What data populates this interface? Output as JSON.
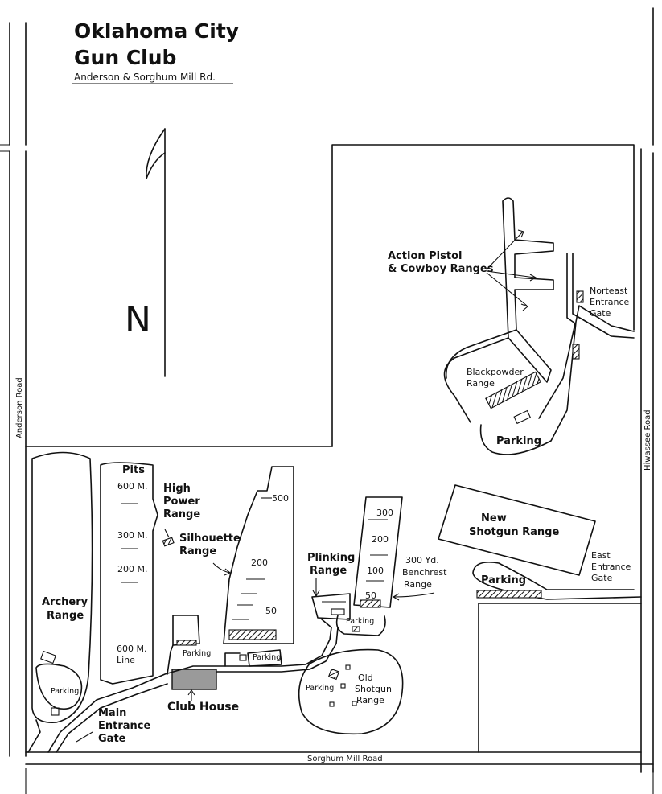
{
  "title": {
    "line1": "Oklahoma City",
    "line2": "Gun Club",
    "address": "Anderson & Sorghum Mill Rd."
  },
  "north": {
    "label": "N"
  },
  "roads": {
    "west": "Anderson Road",
    "east": "Hiwassee Road",
    "south": "Sorghum Mill Road"
  },
  "features": {
    "action_pistol": {
      "line1": "Action Pistol",
      "line2": "& Cowboy Ranges"
    },
    "northeast_gate": {
      "line1": "Norteast",
      "line2": "Entrance",
      "line3": "Gate"
    },
    "blackpowder": {
      "line1": "Blackpowder",
      "line2": "Range"
    },
    "blackpowder_parking": "Parking",
    "new_shotgun": {
      "line1": "New",
      "line2": "Shotgun Range"
    },
    "east_gate": {
      "line1": "East",
      "line2": "Entrance",
      "line3": "Gate"
    },
    "east_parking": "Parking",
    "pits": "Pits",
    "high_power": {
      "line1": "High",
      "line2": "Power",
      "line3": "Range",
      "marks": [
        "600 M.",
        "300 M.",
        "200 M."
      ],
      "line_label1": "600 M.",
      "line_label2": "Line"
    },
    "silhouette": {
      "line1": "Silhouette",
      "line2": "Range",
      "marks": [
        "500",
        "200",
        "50"
      ]
    },
    "plinking": {
      "line1": "Plinking",
      "line2": "Range"
    },
    "benchrest": {
      "line1": "300 Yd.",
      "line2": "Benchrest",
      "line3": "Range",
      "marks": [
        "300",
        "200",
        "100",
        "50"
      ],
      "parking": "Parking"
    },
    "archery": {
      "line1": "Archery",
      "line2": "Range",
      "parking": "Parking"
    },
    "main_gate": {
      "line1": "Main",
      "line2": "Entrance",
      "line3": "Gate"
    },
    "club_house": {
      "label": "Club House",
      "parking1": "Parking",
      "parking2": "Parking"
    },
    "old_shotgun": {
      "line1": "Old",
      "line2": "Shotgun",
      "line3": "Range",
      "parking": "Parking"
    }
  }
}
